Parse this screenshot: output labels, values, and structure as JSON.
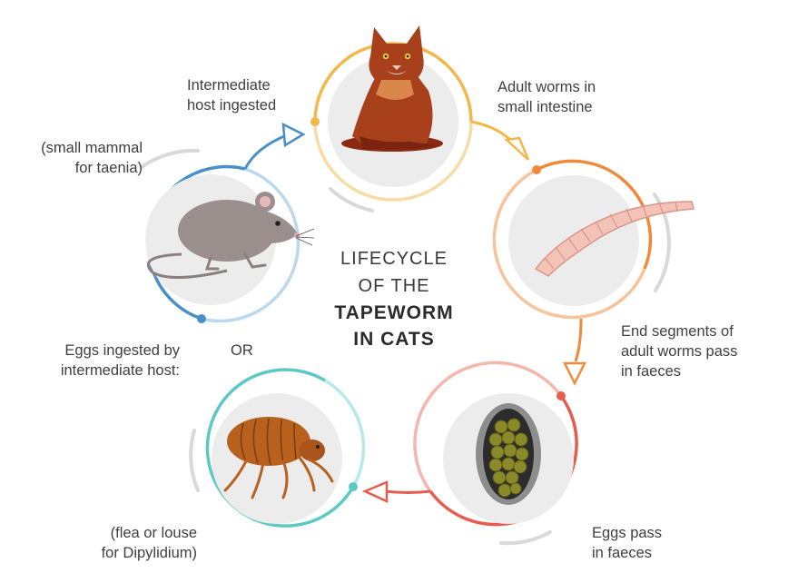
{
  "title": {
    "line1": "LIFECYCLE",
    "line2": "OF THE",
    "line3": "TAPEWORM",
    "line4": "IN CATS"
  },
  "stages": [
    {
      "icon": "cat-icon",
      "accent": "#f3b84a",
      "text": [
        "Adult worms in",
        "small intestine"
      ]
    },
    {
      "icon": "worm-icon",
      "accent": "#ef8a3a",
      "text": [
        "End segments of",
        "adult worms pass",
        "in faeces"
      ]
    },
    {
      "icon": "egg-capsule-icon",
      "accent": "#e65c4f",
      "text": [
        "Eggs pass",
        "in faeces"
      ]
    },
    {
      "icon": "flea-icon",
      "accent": "#5cc9c6",
      "text": [
        "(flea or  louse",
        "for Dipylidium)"
      ]
    },
    {
      "icon": "mouse-icon",
      "accent": "#4a90c8",
      "text": [
        "(small mammal",
        "for taenia)"
      ]
    }
  ],
  "labels": {
    "intermediate_host_ingested": [
      "Intermediate",
      "host ingested"
    ],
    "eggs_ingested": [
      "Eggs ingested by",
      "intermediate host:"
    ],
    "or": "OR"
  },
  "colors": {
    "yellow": "#f3b84a",
    "orange": "#ef8a3a",
    "red": "#e65c4f",
    "teal": "#5cc9c6",
    "blue": "#4a90c8",
    "circle_fill": "#ececec",
    "text": "#3f3f3f"
  }
}
